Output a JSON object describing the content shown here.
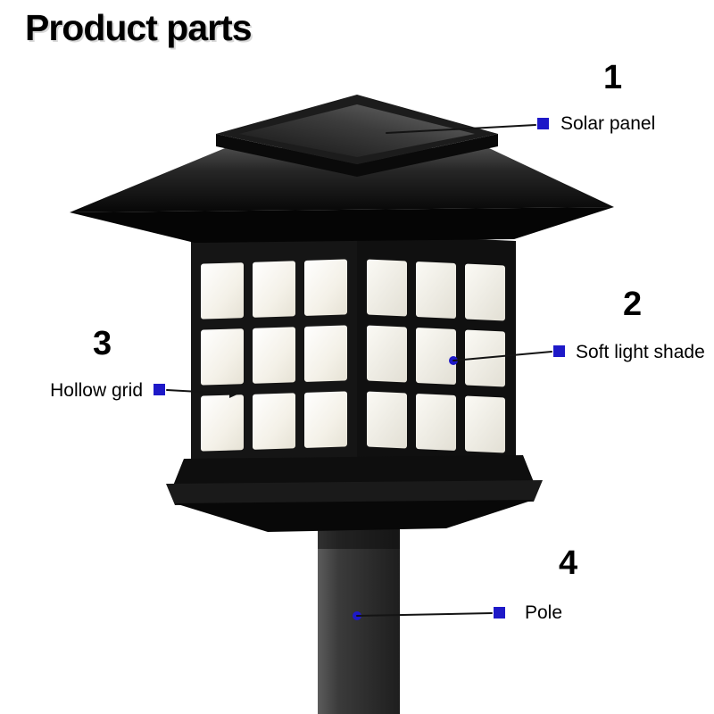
{
  "title": "Product parts",
  "accent_color": "#1E19C8",
  "line_color": "#141414",
  "parts": [
    {
      "number": "1",
      "label": "Solar panel"
    },
    {
      "number": "2",
      "label": "Soft light shade"
    },
    {
      "number": "3",
      "label": "Hollow grid"
    },
    {
      "number": "4",
      "label": "Pole"
    }
  ],
  "illustration": {
    "subject": "black solar lantern garden stake light",
    "lamp_color": "#111111",
    "pane_color": "#f4f1e8",
    "pole_color": "#3b3b3b",
    "background": "#ffffff"
  }
}
